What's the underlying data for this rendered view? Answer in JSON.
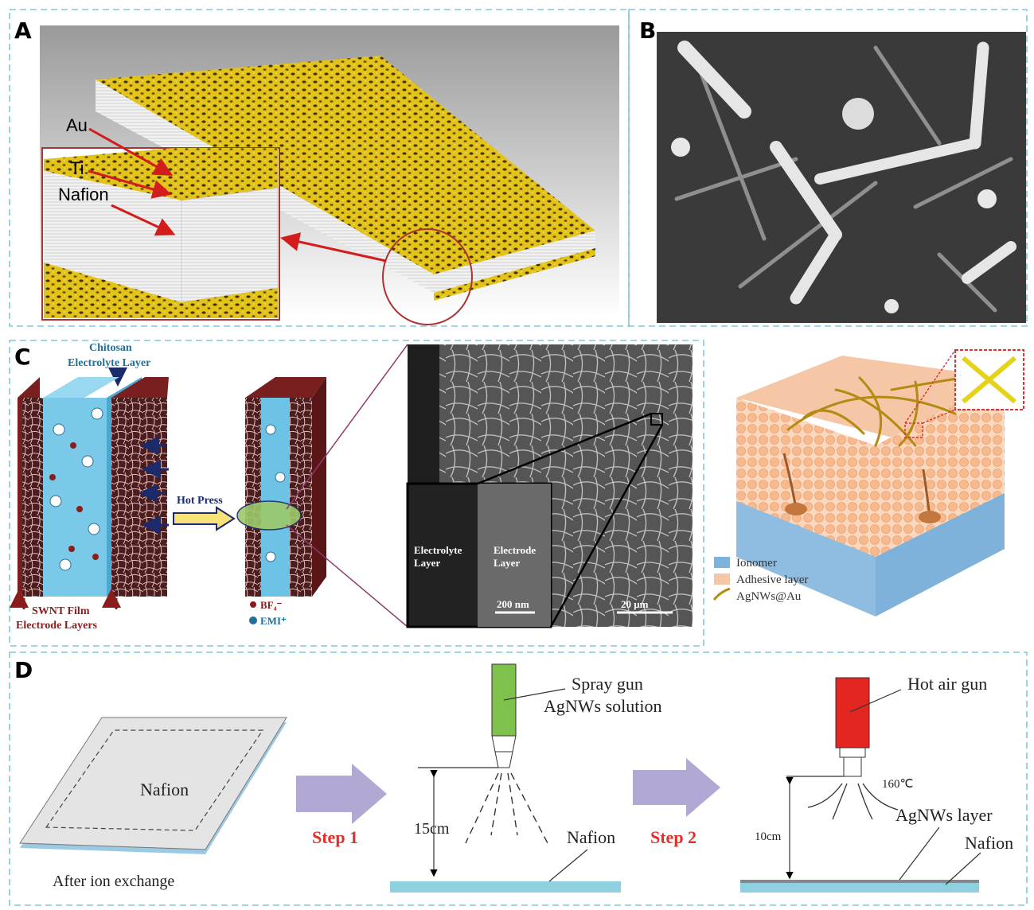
{
  "panels": {
    "a": {
      "letter": "A",
      "au": "Au",
      "ti": "Ti",
      "nafion": "Nafion"
    },
    "b": {
      "letter": "B"
    },
    "c": {
      "letter": "C",
      "chitosan_line1": "Chitosan",
      "chitosan_line2": "Electrolyte  Layer",
      "hot_press": "Hot Press",
      "swnt_line1": "SWNT Film",
      "swnt_line2": "Electrode Layers",
      "bf4": "BF₄⁻",
      "emi": "EMI⁺",
      "electrolyte_line1": "Electrolyte",
      "electrolyte_line2": "Layer",
      "electrode_line1": "Electrode",
      "electrode_line2": "Layer",
      "scale_inset": "200 nm",
      "scale_main": "20 μm",
      "legend": [
        "Ionomer",
        "Adhesive layer",
        "AgNWs@Au"
      ]
    },
    "d": {
      "letter": "D",
      "nafion_sheet": "Nafion",
      "after_ion": "After ion exchange",
      "step1": "Step 1",
      "step2": "Step 2",
      "spray_line1": "Spray gun",
      "spray_line2": "AgNWs solution",
      "dist1": "15cm",
      "nafion1": "Nafion",
      "hot_air": "Hot air gun",
      "temp": "160℃",
      "dist2": "10cm",
      "agnws_layer": "AgNWs layer",
      "nafion2": "Nafion"
    }
  },
  "colors": {
    "frame": "#7ec8d8",
    "gold": "#e3c31a",
    "arrow_red": "#d31d1d",
    "step_red": "#e0302a",
    "chitosan_blue": "#6cc3e6",
    "spray_green": "#7ec24d",
    "gun_red": "#e42620",
    "substrate": "#8fd0e0",
    "purple_arrow": "#b2a8d4"
  }
}
